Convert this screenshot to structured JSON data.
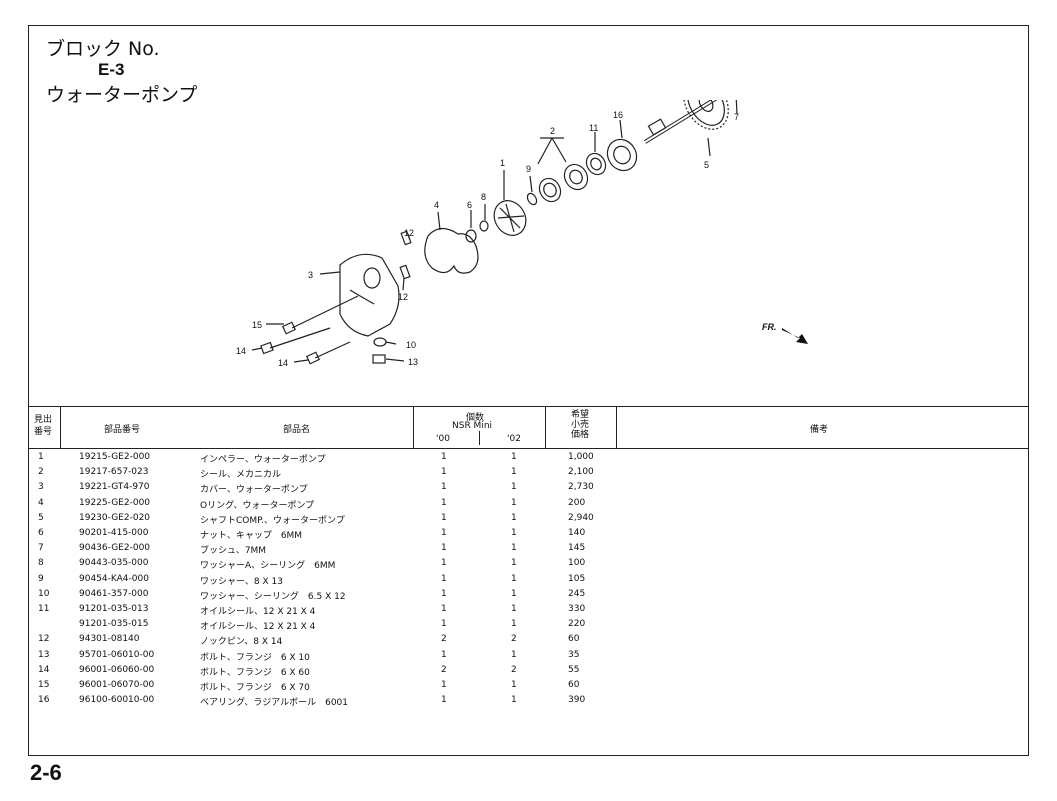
{
  "block": {
    "label": "ブロック No.",
    "code": "E-3",
    "name": "ウォーターポンプ"
  },
  "diagram": {
    "callouts": [
      "1",
      "2",
      "3",
      "4",
      "5",
      "6",
      "7",
      "8",
      "9",
      "10",
      "11",
      "12",
      "12",
      "13",
      "14",
      "14",
      "15",
      "16"
    ],
    "fr_label": "FR."
  },
  "table": {
    "headers": {
      "ref_no": "見出\n番号",
      "part_number": "部品番号",
      "part_name": "部品名",
      "qty": "個数",
      "model": "NSR Mini",
      "year1": "'00",
      "year2": "'02",
      "price": "希望\n小売\n価格",
      "remarks": "備考"
    },
    "rows": [
      {
        "ref": "1",
        "pn": "19215-GE2-000",
        "name": "インペラー、ウォーターポンプ",
        "q00": "1",
        "q02": "1",
        "price": "1,000"
      },
      {
        "ref": "2",
        "pn": "19217-657-023",
        "name": "シール、メカニカル",
        "q00": "1",
        "q02": "1",
        "price": "2,100"
      },
      {
        "ref": "3",
        "pn": "19221-GT4-970",
        "name": "カバー、ウォーターポンプ",
        "q00": "1",
        "q02": "1",
        "price": "2,730"
      },
      {
        "ref": "4",
        "pn": "19225-GE2-000",
        "name": "Oリング、ウォーターポンプ",
        "q00": "1",
        "q02": "1",
        "price": "200"
      },
      {
        "ref": "5",
        "pn": "19230-GE2-020",
        "name": "シャフトCOMP.、ウォーターポンプ",
        "q00": "1",
        "q02": "1",
        "price": "2,940"
      },
      {
        "ref": "6",
        "pn": "90201-415-000",
        "name": "ナット、キャップ　6MM",
        "q00": "1",
        "q02": "1",
        "price": "140"
      },
      {
        "ref": "7",
        "pn": "90436-GE2-000",
        "name": "ブッシュ、7MM",
        "q00": "1",
        "q02": "1",
        "price": "145"
      },
      {
        "ref": "8",
        "pn": "90443-035-000",
        "name": "ワッシャーA、シーリング　6MM",
        "q00": "1",
        "q02": "1",
        "price": "100"
      },
      {
        "ref": "9",
        "pn": "90454-KA4-000",
        "name": "ワッシャー、8 X 13",
        "q00": "1",
        "q02": "1",
        "price": "105"
      },
      {
        "ref": "10",
        "pn": "90461-357-000",
        "name": "ワッシャー、シーリング　6.5 X 12",
        "q00": "1",
        "q02": "1",
        "price": "245"
      },
      {
        "ref": "11",
        "pn": "91201-035-013",
        "name": "オイルシール、12 X 21 X 4",
        "q00": "1",
        "q02": "1",
        "price": "330"
      },
      {
        "ref": "",
        "pn": "91201-035-015",
        "name": "オイルシール、12 X 21 X 4",
        "q00": "1",
        "q02": "1",
        "price": "220"
      },
      {
        "ref": "12",
        "pn": "94301-08140",
        "name": "ノックピン、8 X 14",
        "q00": "2",
        "q02": "2",
        "price": "60"
      },
      {
        "ref": "13",
        "pn": "95701-06010-00",
        "name": "ボルト、フランジ　6 X 10",
        "q00": "1",
        "q02": "1",
        "price": "35"
      },
      {
        "ref": "14",
        "pn": "96001-06060-00",
        "name": "ボルト、フランジ　6 X 60",
        "q00": "2",
        "q02": "2",
        "price": "55"
      },
      {
        "ref": "15",
        "pn": "96001-06070-00",
        "name": "ボルト、フランジ　6 X 70",
        "q00": "1",
        "q02": "1",
        "price": "60"
      },
      {
        "ref": "16",
        "pn": "96100-60010-00",
        "name": "ベアリング、ラジアルボール　6001",
        "q00": "1",
        "q02": "1",
        "price": "390"
      }
    ]
  },
  "page_number": "2-6"
}
